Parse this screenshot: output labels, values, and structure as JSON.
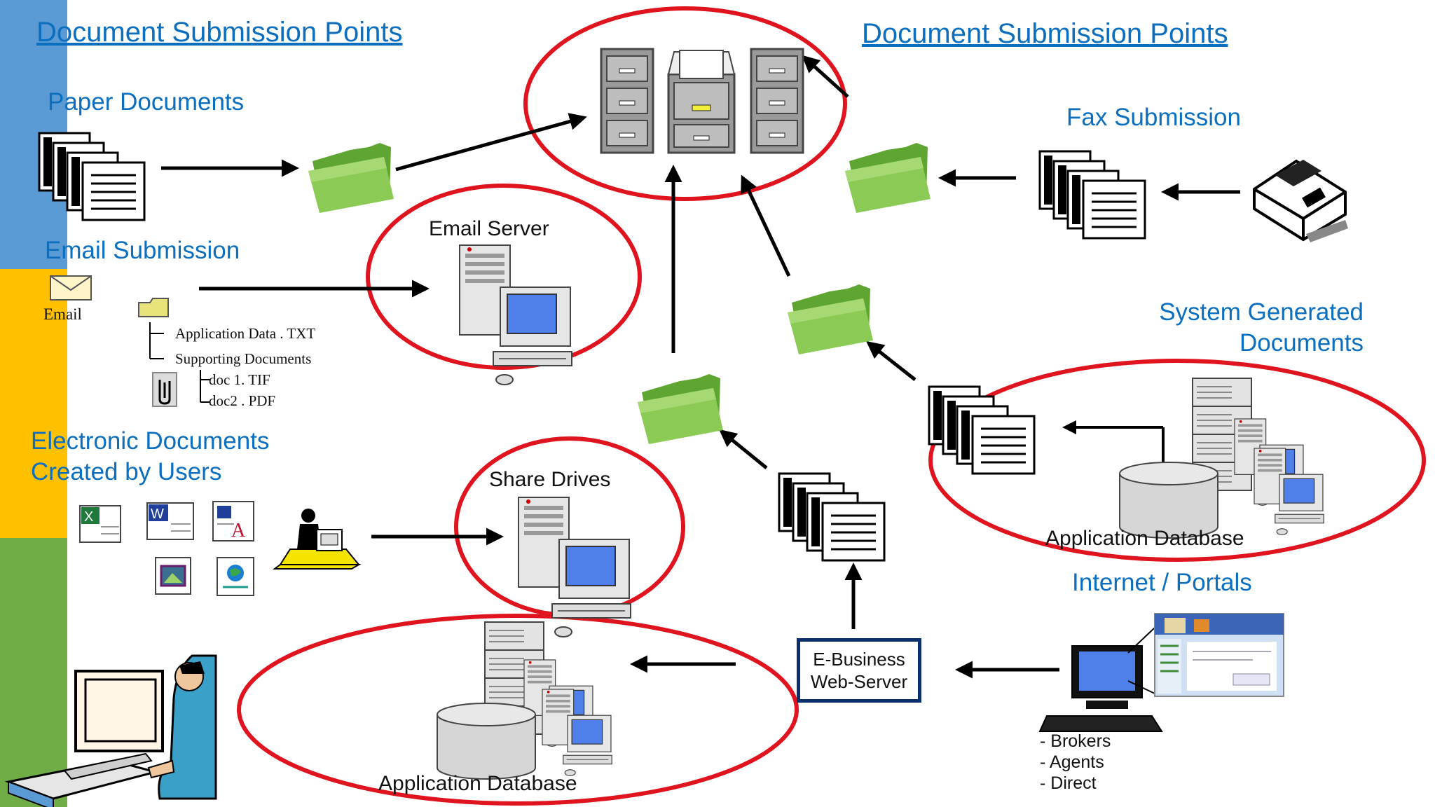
{
  "headings": {
    "left": "Document Submission Points",
    "right": "Document Submission Points"
  },
  "sections": {
    "paper": "Paper Documents",
    "email": "Email Submission",
    "electronic_line1": "Electronic Documents",
    "electronic_line2": "Created by Users",
    "fax": "Fax Submission",
    "system_line1": "System Generated",
    "system_line2": "Documents",
    "internet": "Internet / Portals"
  },
  "labels": {
    "email_icon": "Email",
    "email_server": "Email Server",
    "share_drives": "Share Drives",
    "app_db_right": "Application Database",
    "app_db_bottom": "Application Database",
    "web_server_line1": "E-Business",
    "web_server_line2": "Web-Server"
  },
  "email_tree": {
    "app_data": "Application Data . TXT",
    "supporting": "Supporting Documents",
    "doc1": "doc 1. TIF",
    "doc2": "doc2 . PDF"
  },
  "portal_users": [
    "- Brokers",
    "- Agents",
    "- Direct"
  ],
  "colors": {
    "heading_blue": "#0b6ebf",
    "ellipse_red": "#e0141e",
    "folder_green": "#7cc04a",
    "stripe_blue": "#5b9bd5",
    "stripe_yellow": "#ffc000",
    "stripe_green": "#70ad47",
    "box_navy": "#0b2f6b"
  },
  "icons": [
    "filing-cabinet-icon",
    "folder-icon",
    "document-stack-icon",
    "fax-machine-icon",
    "envelope-icon",
    "paperclip-icon",
    "computer-icon",
    "server-icon",
    "database-icon",
    "spreadsheet-icon",
    "word-document-icon",
    "user-at-desk-icon",
    "portal-screenshot-icon"
  ]
}
